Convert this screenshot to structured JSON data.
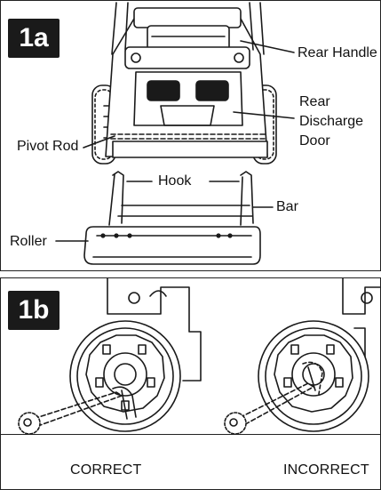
{
  "figure_a": {
    "badge": "1a",
    "labels": {
      "rear_handle": "Rear Handle",
      "rear_discharge_door_line1": "Rear",
      "rear_discharge_door_line2": "Discharge",
      "rear_discharge_door_line3": "Door",
      "pivot_rod": "Pivot Rod",
      "hook": "Hook",
      "bar": "Bar",
      "roller": "Roller"
    }
  },
  "figure_b": {
    "badge": "1b",
    "captions": {
      "correct": "CORRECT",
      "incorrect": "INCORRECT"
    }
  }
}
